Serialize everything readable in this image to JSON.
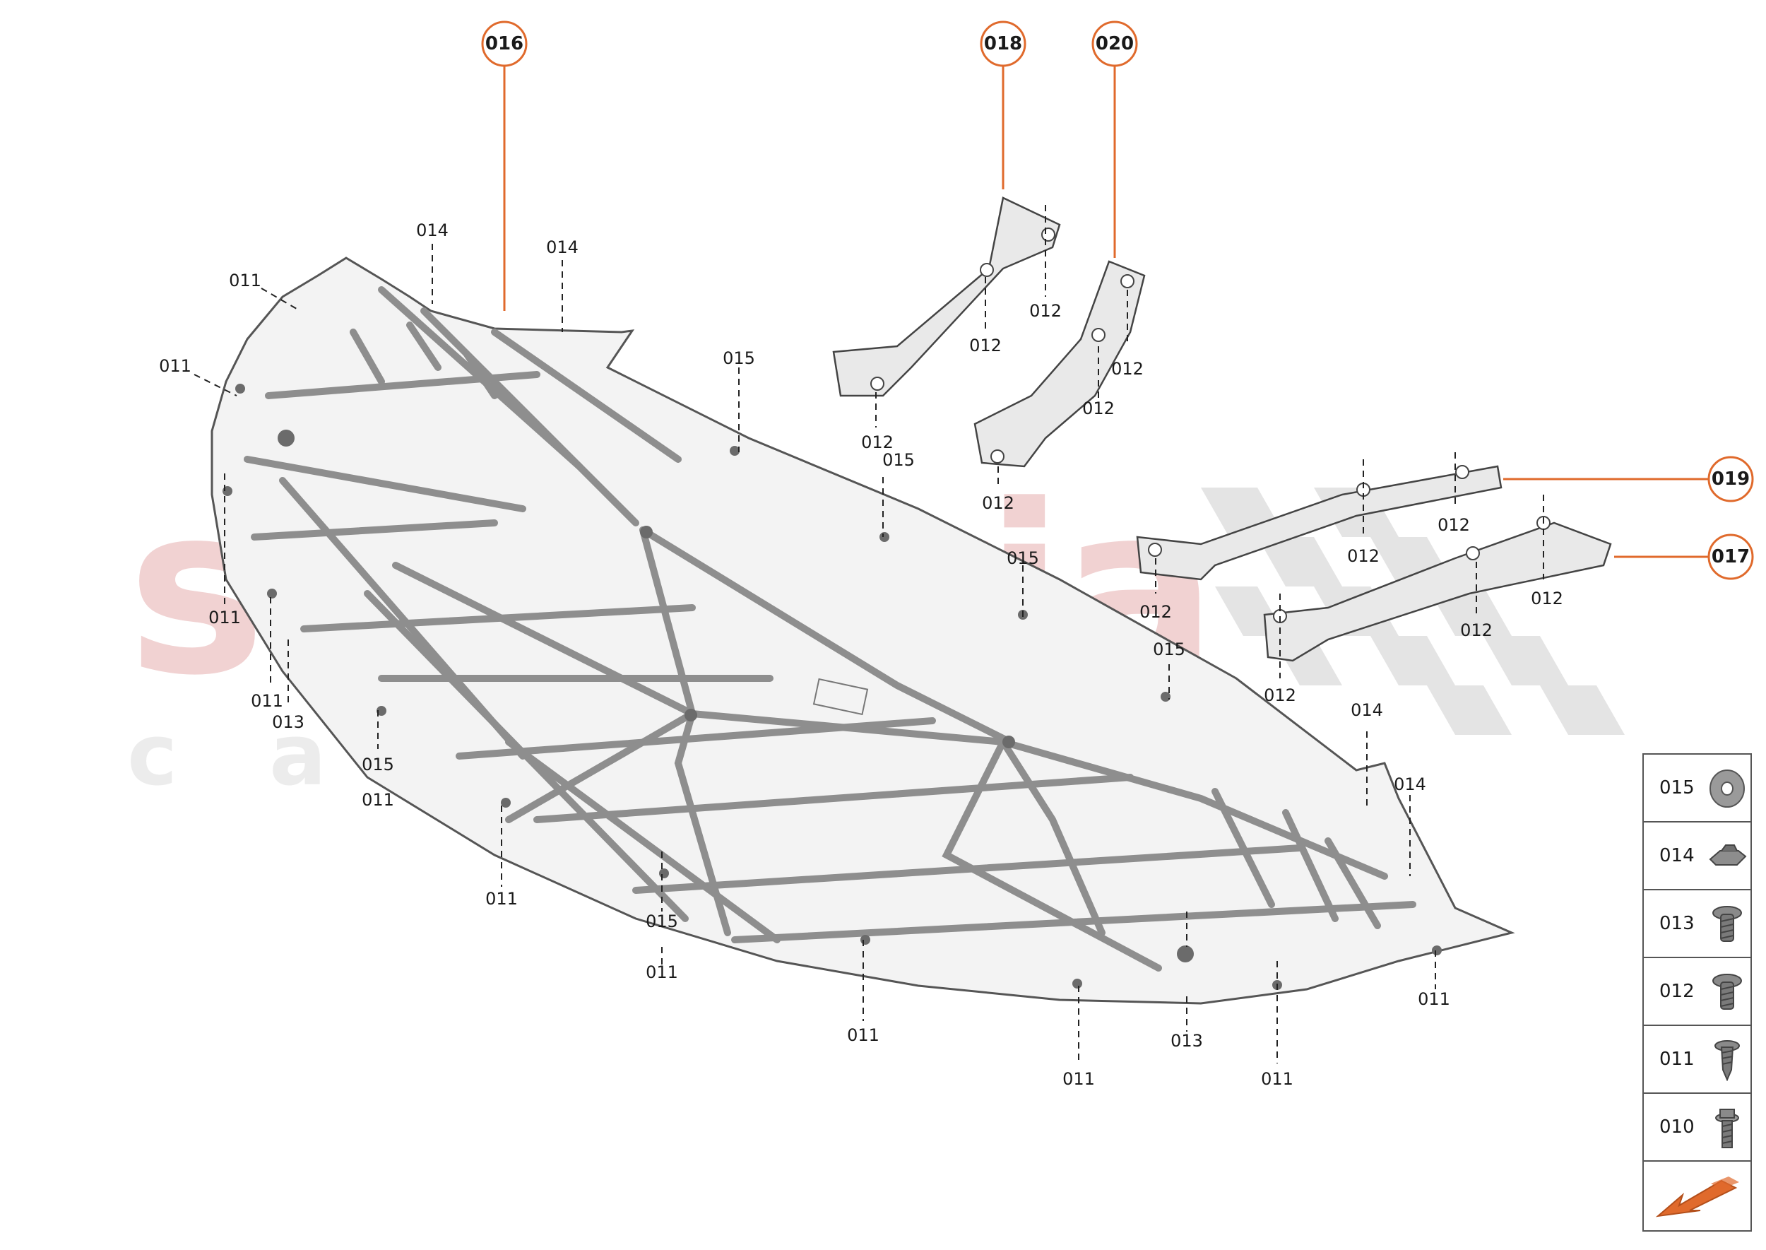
{
  "watermark": {
    "brand": "scuderia",
    "sub": "car parts"
  },
  "callouts": {
    "c016": "016",
    "c018": "018",
    "c020": "020",
    "c019": "019",
    "c017": "017"
  },
  "labels": {
    "l014a": "014",
    "l014b": "014",
    "l011a": "011",
    "l011b": "011",
    "l015a": "015",
    "l011c": "011",
    "l012a": "012",
    "l012b": "012",
    "l012c": "012",
    "l012d": "012",
    "l015b": "015",
    "l012e": "012",
    "l012f": "012",
    "l015c": "015",
    "l012g": "012",
    "l012h": "012",
    "l012i": "012",
    "l015d": "015",
    "l012j": "012",
    "l012k": "012",
    "l012l": "012",
    "l011d": "011",
    "l013a": "013",
    "l015e": "015",
    "l011e": "011",
    "l011f": "011",
    "l015f": "015",
    "l011g": "011",
    "l011h": "011",
    "l014c": "014",
    "l014d": "014",
    "l011i": "011",
    "l013b": "013",
    "l011j": "011",
    "l011k": "011"
  },
  "legend": {
    "items": [
      {
        "code": "015",
        "icon": "washer-icon"
      },
      {
        "code": "014",
        "icon": "clip-nut-icon"
      },
      {
        "code": "013",
        "icon": "screw-icon"
      },
      {
        "code": "012",
        "icon": "screw-icon"
      },
      {
        "code": "011",
        "icon": "self-tapping-screw-icon"
      },
      {
        "code": "010",
        "icon": "flange-bolt-icon"
      }
    ],
    "nav": "orientation-arrow-icon"
  },
  "colors": {
    "accent": "#e06a2c",
    "line": "#222222"
  }
}
